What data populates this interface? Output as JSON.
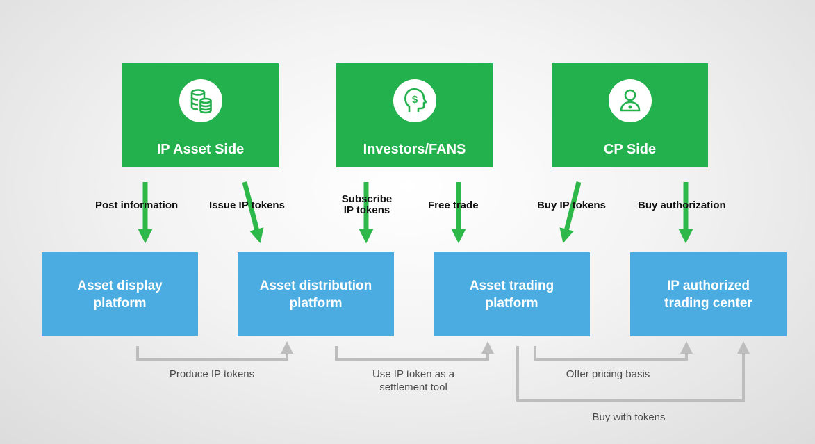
{
  "actors": {
    "ip_asset_side": {
      "label": "IP Asset Side",
      "icon": "database-coins-icon"
    },
    "investors": {
      "label": "Investors/FANS",
      "icon": "head-dollar-icon"
    },
    "cp_side": {
      "label": "CP Side",
      "icon": "user-badge-icon"
    }
  },
  "platforms": {
    "display": {
      "line1": "Asset display",
      "line2": "platform"
    },
    "distribution": {
      "line1": "Asset distribution",
      "line2": "platform"
    },
    "trading": {
      "line1": "Asset trading",
      "line2": "platform"
    },
    "authorized": {
      "line1": "IP authorized",
      "line2": "trading center"
    }
  },
  "flows": {
    "post_information": "Post information",
    "issue_ip_tokens": "Issue IP tokens",
    "subscribe_line1": "Subscribe",
    "subscribe_line2": "IP tokens",
    "free_trade": "Free trade",
    "buy_ip_tokens": "Buy IP tokens",
    "buy_authorization": "Buy authorization"
  },
  "connections": {
    "produce_ip_tokens": "Produce IP tokens",
    "settlement_line1": "Use IP token as a",
    "settlement_line2": "settlement tool",
    "offer_pricing_basis": "Offer pricing basis",
    "buy_with_tokens": "Buy with tokens"
  },
  "colors": {
    "actor_green": "#22b14c",
    "platform_blue": "#4aace0",
    "arrow_green": "#2fb84a",
    "connector_grey": "#bdbdbd"
  }
}
